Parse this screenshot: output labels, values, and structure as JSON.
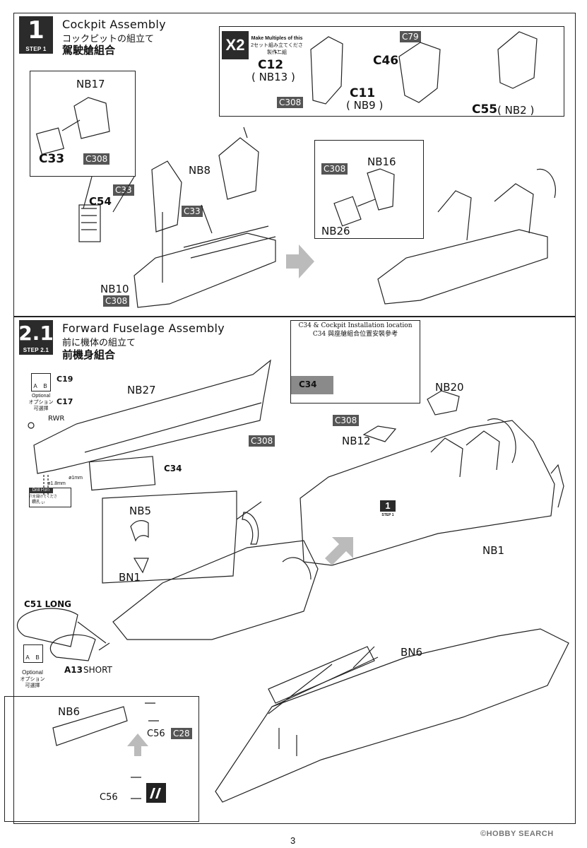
{
  "step1": {
    "number": "1",
    "tag": "STEP 1",
    "title_en": "Cockpit Assembly",
    "title_jp": "コックピットの組立て",
    "title_cn": "駕駛艙組合",
    "x2_badge": "X2",
    "x2_note_en": "Make Multiples of this",
    "x2_note_jp": "2セット組み立てください",
    "x2_note_cn": "製作二組",
    "labels": {
      "nb17": "NB17",
      "c33_big": "C33",
      "c308_a": "C308",
      "c54": "C54",
      "c33_a": "C33",
      "c33_b": "C33",
      "nb8": "NB8",
      "nb10": "NB10",
      "c308_b": "C308",
      "c12": "C12",
      "nb13": "( NB13 )",
      "c308_c": "C308",
      "c11": "C11",
      "nb9": "( NB9 )",
      "c79": "C79",
      "c46": "C46",
      "c55": "C55",
      "nb2": "( NB2 )",
      "c308_d": "C308",
      "nb16": "NB16",
      "nb26": "NB26"
    }
  },
  "step21": {
    "number": "2.1",
    "tag": "STEP 2.1",
    "title_en": "Forward Fuselage Assembly",
    "title_jp": "前に機体の組立て",
    "title_cn": "前機身組合",
    "inset_title_en": "C34 & Cockpit Installation location",
    "inset_title_cn": "C34 與座艙組合位置安裝參考",
    "inset_c34": "C34",
    "option1": {
      "ab_a": "A",
      "ab_b": "B",
      "c19": "C19",
      "c17": "C17",
      "en": "Optional",
      "jp": "オプション",
      "cn": "可選擇"
    },
    "rwr": "RWR",
    "drill_en": "Drill Hole",
    "drill_jp": "穴を開けてください",
    "drill_cn": "鑽孔",
    "d1": "ø1mm",
    "d18": "ø1.8mm",
    "labels": {
      "nb27": "NB27",
      "c308_a": "C308",
      "c34": "C34",
      "nb20": "NB20",
      "c308_b": "C308",
      "nb12": "NB12",
      "step1_ref": "1",
      "step1_ref_tag": "STEP 1",
      "nb1": "NB1",
      "nb5": "NB5",
      "bn1": "BN1",
      "c51": "C51 LONG",
      "a13": "A13",
      "a13_short": "SHORT",
      "bn6": "BN6",
      "nb6": "NB6",
      "c56_a": "C56",
      "c28": "C28",
      "c56_b": "C56"
    },
    "option2": {
      "ab_a": "A",
      "ab_b": "B",
      "en": "Optional",
      "jp": "オプション",
      "cn": "可選擇"
    }
  },
  "footer": {
    "page": "3",
    "watermark": "©HOBBY SEARCH"
  }
}
